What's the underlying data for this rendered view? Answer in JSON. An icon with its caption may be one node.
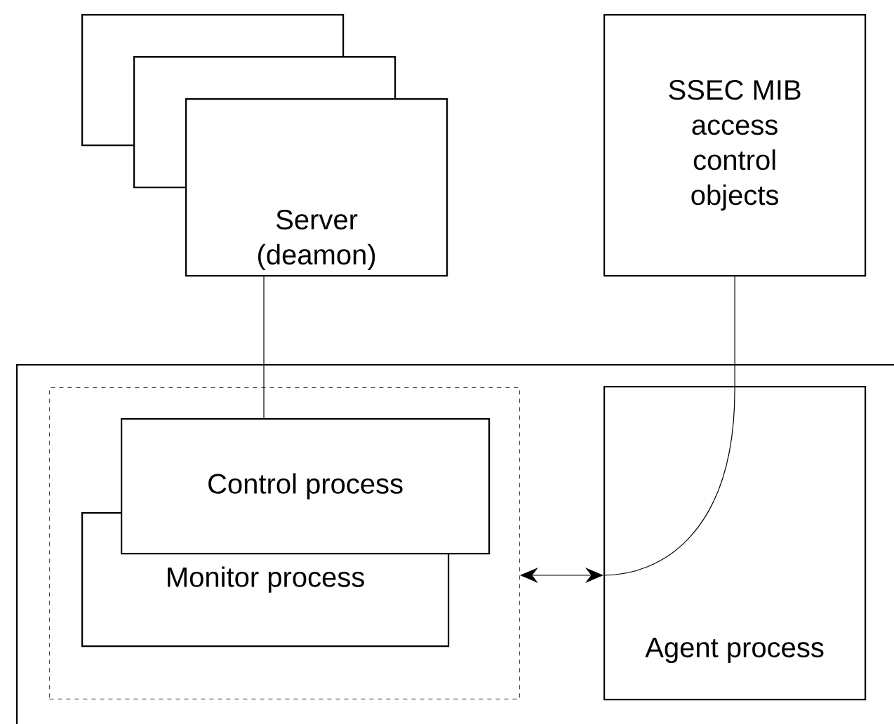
{
  "diagram": {
    "nodes": [
      {
        "text": [],
        "shape": "box"
      },
      {
        "text": [],
        "shape": "box"
      },
      {
        "text": [
          "Server (deamon)"
        ]
      },
      {
        "text": [
          "SSEC MIB access control objects"
        ]
      },
      {
        "text": [],
        "shape": "box"
      },
      {
        "text": [],
        "shape": "box",
        "in": 4
      },
      {
        "text": [
          "Control process"
        ],
        "in": 5
      },
      {
        "text": [
          "Monitor process"
        ],
        "in": 5
      },
      {
        "text": [
          "Agent process"
        ],
        "in": 4
      }
    ],
    "edges": [
      {
        "from": 2,
        "to": 6,
        "arrow": "none"
      },
      {
        "from": 3,
        "to": 8,
        "arrow": "none"
      },
      {
        "from": 5,
        "to": 8,
        "arrow": "both"
      }
    ]
  }
}
